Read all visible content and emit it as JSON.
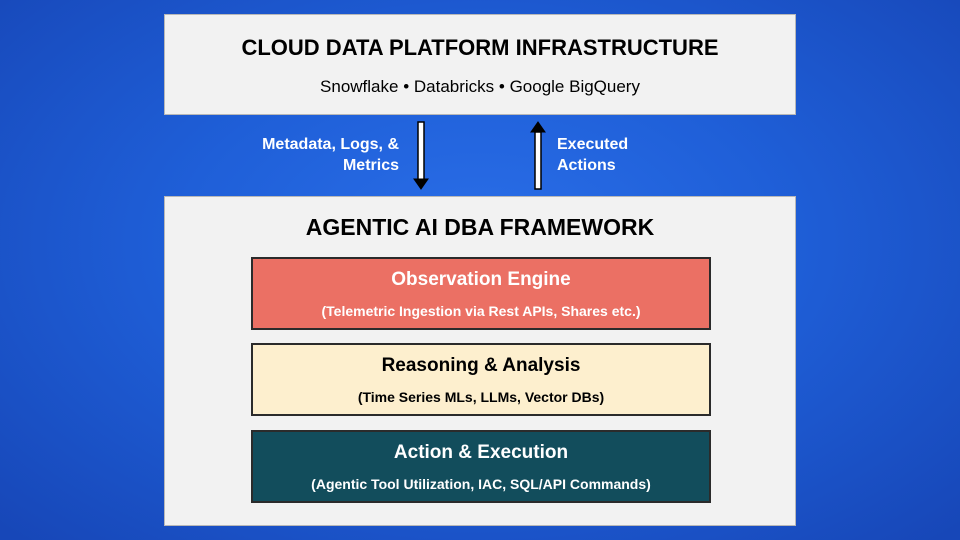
{
  "infrastructure": {
    "title": "CLOUD DATA PLATFORM INFRASTRUCTURE",
    "subtitle": "Snowflake • Databricks • Google BigQuery"
  },
  "flows": {
    "down_label_line1": "Metadata, Logs, &",
    "down_label_line2": "Metrics",
    "up_label_line1": "Executed",
    "up_label_line2": "Actions"
  },
  "framework": {
    "title": "AGENTIC AI DBA FRAMEWORK",
    "layers": [
      {
        "title": "Observation Engine",
        "description": "(Telemetric Ingestion via Rest APIs, Shares etc.)",
        "color": "#eb7064"
      },
      {
        "title": "Reasoning & Analysis",
        "description": "(Time Series MLs, LLMs, Vector DBs)",
        "color": "#fdefce"
      },
      {
        "title": "Action & Execution",
        "description": "(Agentic Tool Utilization, IAC, SQL/API Commands)",
        "color": "#124d5c"
      }
    ]
  },
  "colors": {
    "background": "#1f5fd8",
    "box_fill": "#f2f2f2"
  }
}
